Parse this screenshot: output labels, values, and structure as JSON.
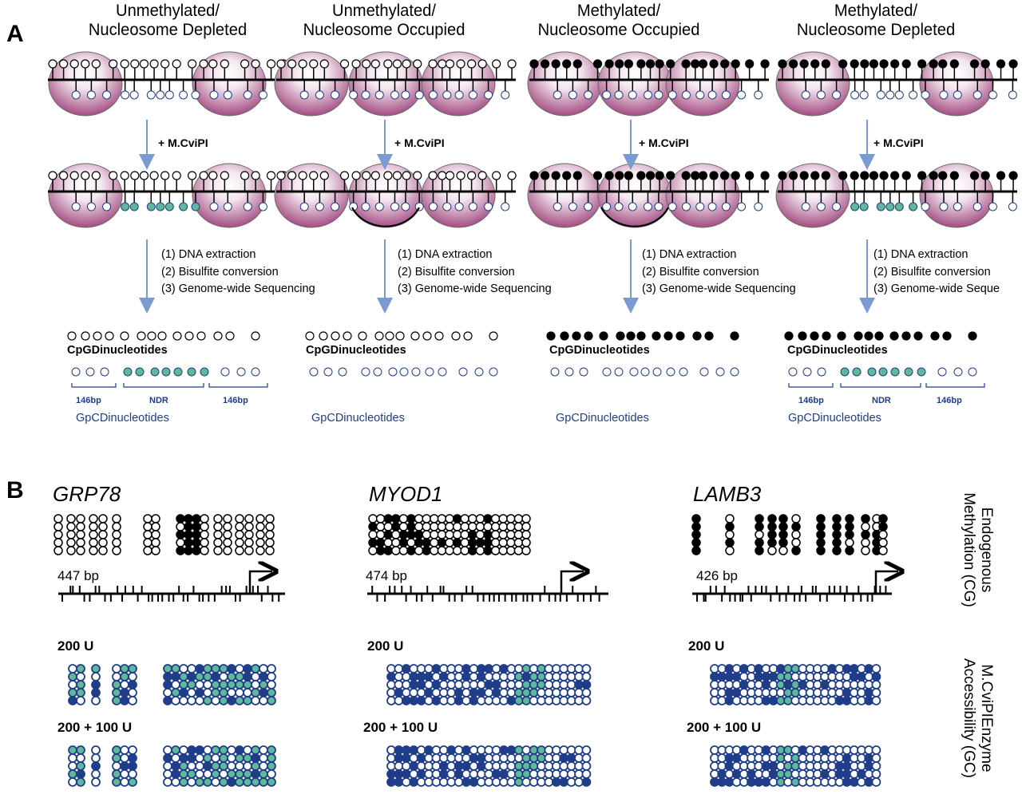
{
  "panel_a": {
    "label": "A",
    "columns": [
      {
        "title_line1": "Unmethylated/",
        "title_line2": "Nucleosome Depleted",
        "enzyme": "+ M.CviPI",
        "step1": "(1)  DNA extraction",
        "step2": "(2) Bisulfite conversion",
        "step3": "(3) Genome-wide Sequencing",
        "cpg_label": "CpGDinucleotides",
        "gpc_label": "GpCDinucleotides",
        "bp_left": "146bp",
        "ndr": "NDR",
        "bp_right": "146bp"
      },
      {
        "title_line1": "Unmethylated/",
        "title_line2": "Nucleosome Occupied",
        "enzyme": "+ M.CviPI",
        "step1": "(1)  DNA extraction",
        "step2": "(2) Bisulfite conversion",
        "step3": "(3) Genome-wide Sequencing",
        "cpg_label": "CpGDinucleotides",
        "gpc_label": "GpCDinucleotides"
      },
      {
        "title_line1": "Methylated/",
        "title_line2": "Nucleosome Occupied",
        "enzyme": "+ M.CviPI",
        "step1": "(1)  DNA extraction",
        "step2": "(2) Bisulfite conversion",
        "step3": "(3) Genome-wide Sequencing",
        "cpg_label": "CpGDinucleotides",
        "gpc_label": "GpCDinucleotides"
      },
      {
        "title_line1": "Methylated/",
        "title_line2": "Nucleosome Depleted",
        "enzyme": "+ M.CviPI",
        "step1": "(1)  DNA extraction",
        "step2": "(2) Bisulfite conversion",
        "step3": "(3) Genome-wide Seque",
        "cpg_label": "CpGDinucleotides",
        "gpc_label": "GpCDinucleotides",
        "bp_left": "146bp",
        "ndr": "NDR",
        "bp_right": "146bp"
      }
    ]
  },
  "panel_b": {
    "label": "B",
    "genes": [
      {
        "name": "GRP78",
        "length": "447 bp",
        "dose1": "200 U",
        "dose2": "200 + 100 U"
      },
      {
        "name": "MYOD1",
        "length": "474  bp",
        "dose1": "200 U",
        "dose2": "200 + 100 U"
      },
      {
        "name": "LAMB3",
        "length": "426 bp",
        "dose1": "200 U",
        "dose2": "200 + 100 U"
      }
    ],
    "row_label_1_line1": "Endogenous",
    "row_label_1_line2": "Methylation (CG)",
    "row_label_2_line1": "M.CviPIEnzyme",
    "row_label_2_line2": "Accessibility (GC)"
  },
  "colors": {
    "nucleosome": "#a34d82",
    "accessible_gpc": "#5fb89a",
    "gpc_outline": "#1f3d88",
    "arrow": "#7a9bd0",
    "pink_band": "#d86fb4",
    "methylated": "#000000"
  }
}
